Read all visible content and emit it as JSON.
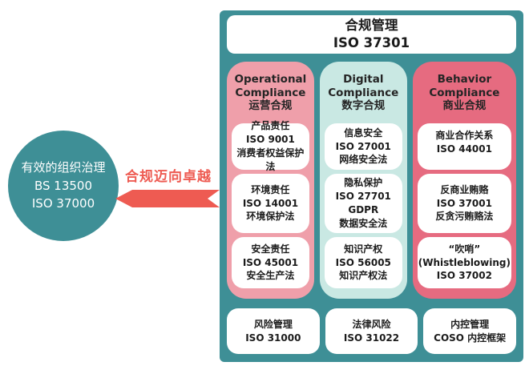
{
  "colors": {
    "panel_teal": "#3E8F96",
    "circle_teal": "#3E8F96",
    "column_operational_pink": "#EF9FAA",
    "column_digital_teal": "#C9E8E3",
    "column_behavior_rose": "#E66B80",
    "accent_red": "#EE5B52",
    "box_white": "#FFFFFF",
    "text_dark": "#1B1B1B"
  },
  "left_group": {
    "circle": {
      "line1": "有效的组织治理",
      "line2": "BS 13500",
      "line3": "ISO 37000"
    },
    "arrow_label": "合规迈向卓越",
    "arrow_icon": "left-pointing-banner-arrow"
  },
  "panel": {
    "title": {
      "line1": "合规管理",
      "line2": "ISO 37301"
    },
    "columns": [
      {
        "header": {
          "en1": "Operational",
          "en2": "Compliance",
          "zh": "运营合规"
        },
        "boxes": [
          {
            "lines": [
              "产品责任",
              "ISO 9001",
              "消费者权益保护法"
            ]
          },
          {
            "lines": [
              "环境责任",
              "ISO 14001",
              "环境保护法"
            ]
          },
          {
            "lines": [
              "安全责任",
              "ISO 45001",
              "安全生产法"
            ]
          }
        ],
        "footer": {
          "lines": [
            "风险管理",
            "ISO 31000"
          ]
        }
      },
      {
        "header": {
          "en1": "Digital",
          "en2": "Compliance",
          "zh": "数字合规"
        },
        "boxes": [
          {
            "lines": [
              "信息安全",
              "ISO 27001",
              "网络安全法"
            ]
          },
          {
            "lines": [
              "隐私保护",
              "ISO 27701",
              "GDPR",
              "数据安全法"
            ]
          },
          {
            "lines": [
              "知识产权",
              "ISO 56005",
              "知识产权法"
            ]
          }
        ],
        "footer": {
          "lines": [
            "法律风险",
            "ISO 31022"
          ]
        }
      },
      {
        "header": {
          "en1": "Behavior",
          "en2": "Compliance",
          "zh": "商业合规"
        },
        "boxes": [
          {
            "lines": [
              "商业合作关系",
              "ISO 44001"
            ]
          },
          {
            "lines": [
              "反商业贿赂",
              "ISO 37001",
              "反贪污贿赂法"
            ]
          },
          {
            "lines": [
              "“吹哨”",
              "(Whistleblowing)",
              "ISO 37002"
            ]
          }
        ],
        "footer": {
          "lines": [
            "内控管理",
            "COSO 内控框架"
          ]
        }
      }
    ]
  }
}
